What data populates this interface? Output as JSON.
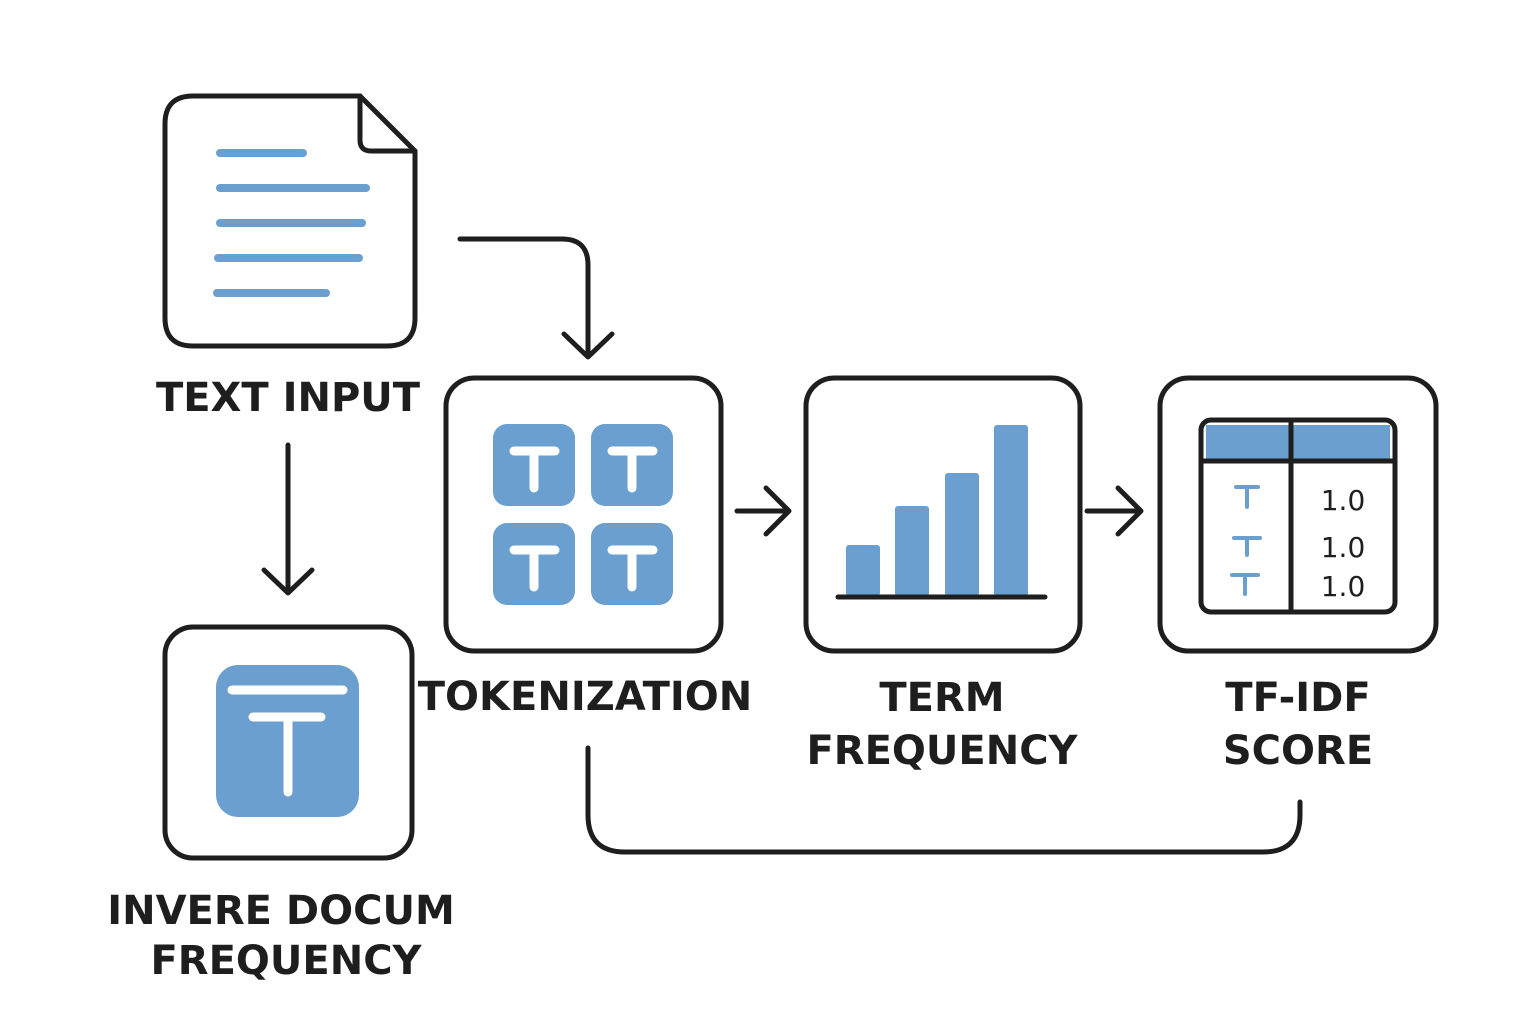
{
  "colors": {
    "accent": "#6a9fcf",
    "outline": "#1e1e1e",
    "background": "#ffffff"
  },
  "nodes": {
    "text_input": {
      "label": "TEXT INPUT",
      "icon": "document-icon"
    },
    "tokenization": {
      "label": "TOKENIZATION",
      "icon": "token-grid-icon"
    },
    "term_frequency": {
      "label_line1": "TERM",
      "label_line2": "FREQUENCY",
      "icon": "bar-chart-icon"
    },
    "tfidf_score": {
      "label_line1": "TF-IDF",
      "label_line2": "SCORE",
      "icon": "score-table-icon",
      "table_values": [
        "1.0",
        "1.0",
        "1.0"
      ]
    },
    "inverse_doc_freq": {
      "label_line1": "INVERE DOCUM",
      "label_line2": "FREQUENCY",
      "icon": "token-icon"
    }
  },
  "edges": [
    {
      "from": "text_input",
      "to": "tokenization"
    },
    {
      "from": "text_input",
      "to": "inverse_doc_freq"
    },
    {
      "from": "tokenization",
      "to": "term_frequency"
    },
    {
      "from": "term_frequency",
      "to": "tfidf_score"
    },
    {
      "from": "tokenization",
      "to": "tfidf_score"
    }
  ]
}
